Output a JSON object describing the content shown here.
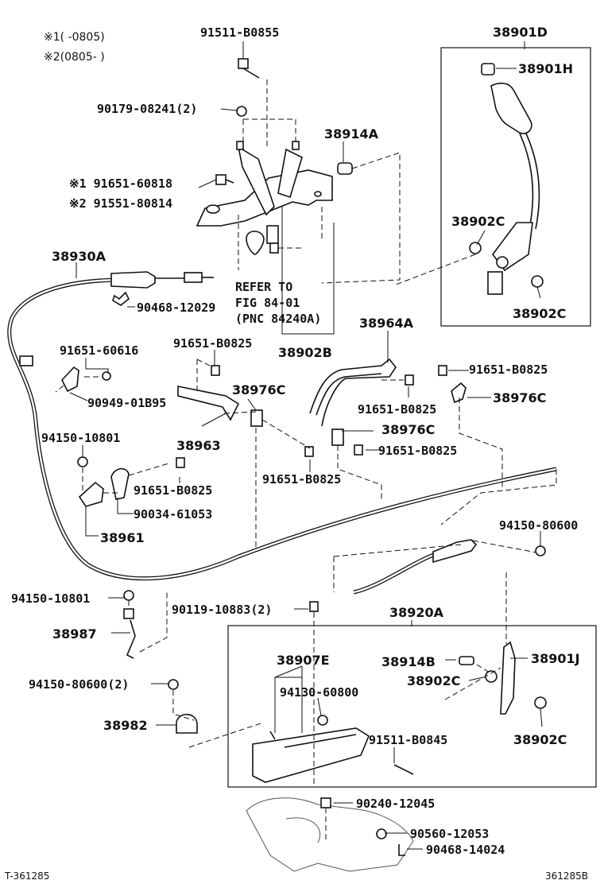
{
  "notes": {
    "note1": "※1(      -0805)",
    "note2": "※2(0805-      )"
  },
  "labels": {
    "p91511_B0855": "91511-B0855",
    "p38901D": "38901D",
    "p38901H": "38901H",
    "p90179_08241": "90179-08241(2)",
    "p38914A": "38914A",
    "p91651_60818": "※1 91651-60818",
    "p91551_80814": "※2 91551-80814",
    "p38902C_a": "38902C",
    "p38930A": "38930A",
    "refer_line1": "REFER TO",
    "refer_line2": "FIG 84-01",
    "refer_line3": "(PNC 84240A)",
    "p90468_12029": "90468-12029",
    "p38902C_b": "38902C",
    "p38902B": "38902B",
    "p91651_60616": "91651-60616",
    "p91651_B0825_a": "91651-B0825",
    "p38964A": "38964A",
    "p91651_B0825_b": "91651-B0825",
    "p90949_01B95": "90949-01B95",
    "p38976C_a": "38976C",
    "p91651_B0825_c": "91651-B0825",
    "p38976C_b": "38976C",
    "p94150_10801_a": "94150-10801",
    "p38963": "38963",
    "p38976C_c": "38976C",
    "p91651_B0825_d": "91651-B0825",
    "p91651_B0825_e": "91651-B0825",
    "p91651_B0825_f": "91651-B0825",
    "p90034_61053": "90034-61053",
    "p38961": "38961",
    "p94150_80600_a": "94150-80600",
    "p94150_10801_b": "94150-10801",
    "p90119_10883": "90119-10883(2)",
    "p38920A": "38920A",
    "p38987": "38987",
    "p38907E": "38907E",
    "p38914B": "38914B",
    "p38901J": "38901J",
    "p38902C_c": "38902C",
    "p94150_80600_b": "94150-80600(2)",
    "p94130_60800": "94130-60800",
    "p38982": "38982",
    "p91511_B0845": "91511-B0845",
    "p38902C_d": "38902C",
    "p90240_12045": "90240-12045",
    "p90560_12053": "90560-12053",
    "p90468_14024": "90468-14024"
  },
  "footer": {
    "left": "T-361285",
    "right": "361285B"
  }
}
